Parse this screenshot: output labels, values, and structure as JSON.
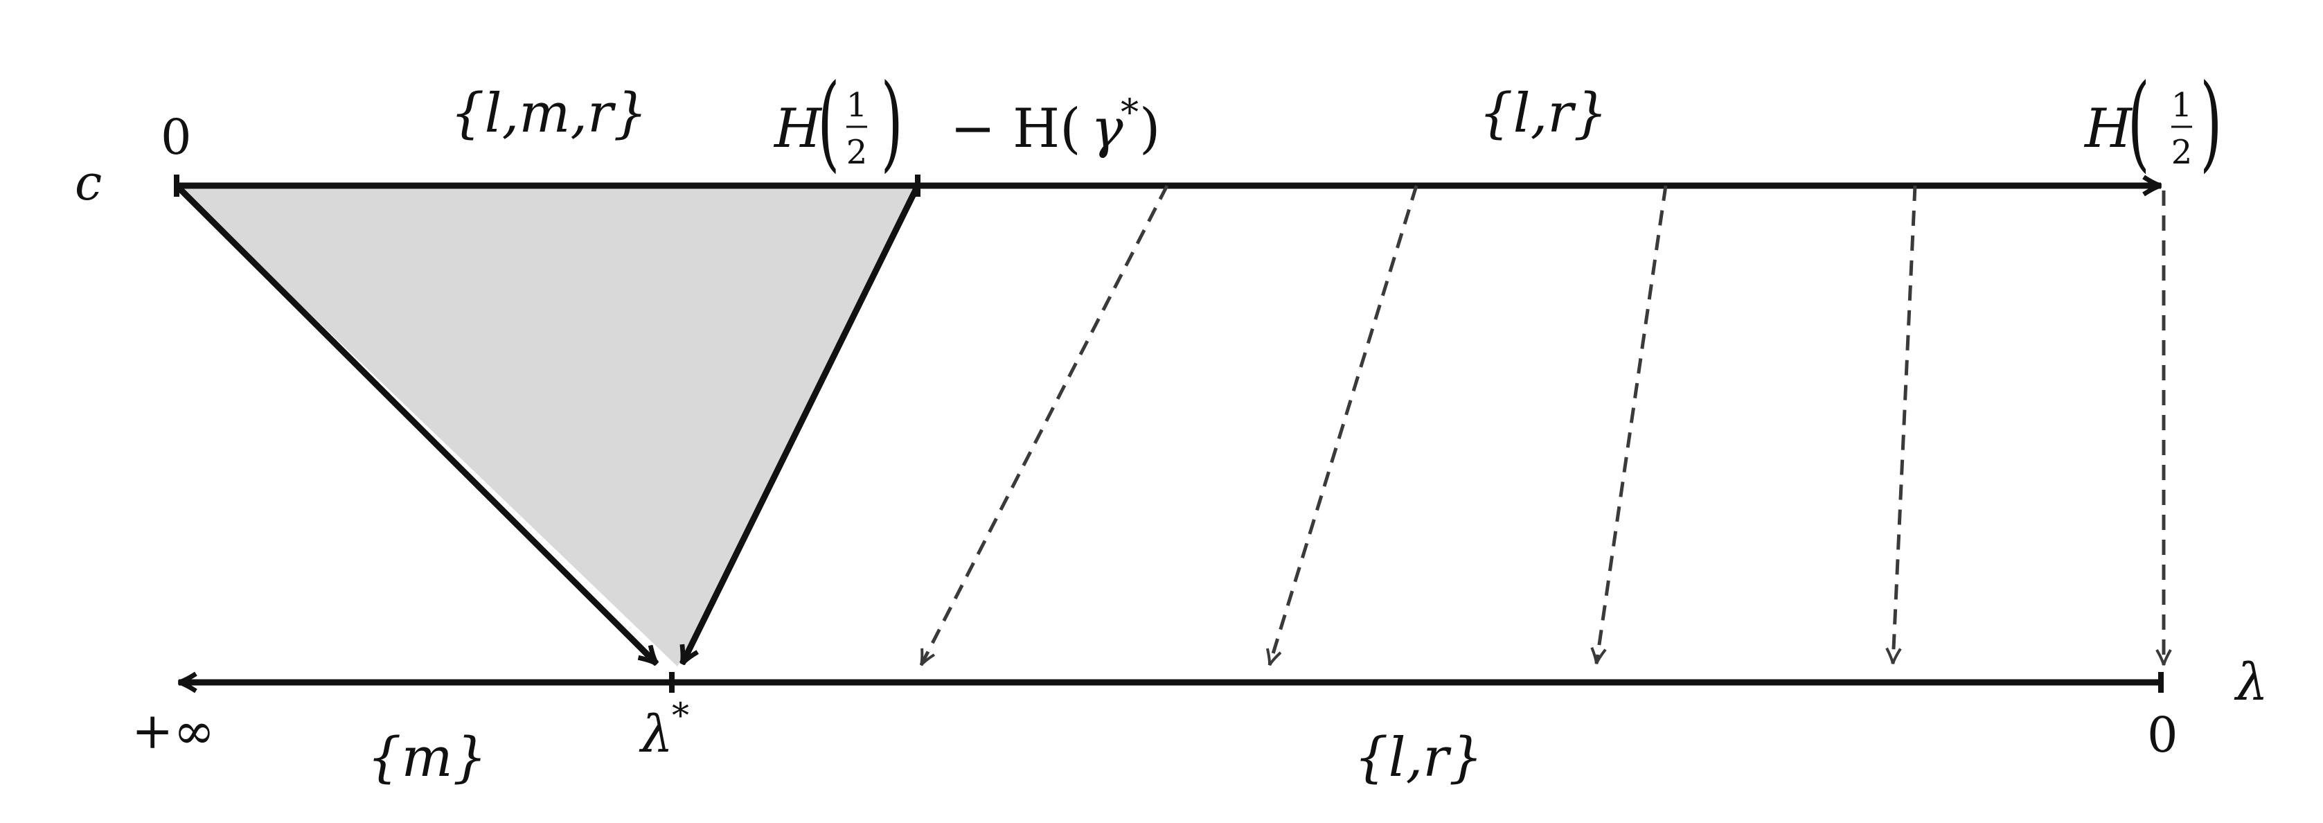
{
  "top_axis": {
    "variable": "c",
    "start_label": "0",
    "mid_label_H": "H",
    "mid_label_frac_num": "1",
    "mid_label_frac_den": "2",
    "mid_label_rest_minus": "− H(",
    "mid_label_gamma": "γ",
    "mid_label_star": "*",
    "mid_label_close": ")",
    "end_label_H": "H",
    "end_label_frac_num": "1",
    "end_label_frac_den": "2",
    "set_left": "{l,m,r}",
    "set_right": "{l,r}"
  },
  "bottom_axis": {
    "variable": "λ",
    "left_label": "+∞",
    "lambda_star_base": "λ",
    "lambda_star_sup": "*",
    "end_label": "0",
    "set_left": "{m}",
    "set_right": "{l,r}"
  },
  "colors": {
    "axis": "#111111",
    "shaded_region": "#d9d9d9",
    "dashed_arrows": "#3a3a3a"
  }
}
